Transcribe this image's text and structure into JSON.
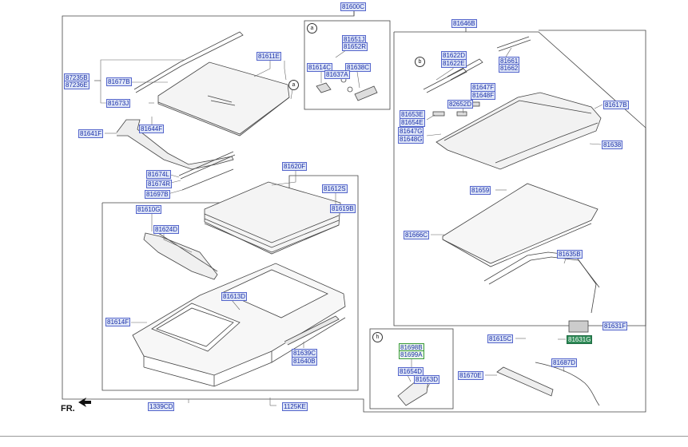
{
  "colors": {
    "label_text": "#1a2fa8",
    "label_bg": "#dfe6f7",
    "highlight": "#2e8b57",
    "line": "#444444"
  },
  "callouts": {
    "a": "a",
    "b": "b",
    "h": "h"
  },
  "direction_marker": "FR.",
  "labels": {
    "p81600C": "81600C",
    "p81646B": "81646B",
    "p81651J": "81651J",
    "p81652R": "81652R",
    "p81614C": "81614C",
    "p81638C": "81638C",
    "p81637A": "81637A",
    "p87235B": "87235B",
    "p87236E": "87236E",
    "p81677B": "81677B",
    "p81611E": "81611E",
    "p81673J": "81673J",
    "p81644F": "81644F",
    "p81641F": "81641F",
    "p81674L": "81674L",
    "p81674R": "81674R",
    "p81697B": "81697B",
    "p81620F": "81620F",
    "p81612S": "81612S",
    "p81619B": "81619B",
    "p81610G": "81610G",
    "p81624D": "81624D",
    "p81613D": "81613D",
    "p81614F": "81614F",
    "p81639C": "81639C",
    "p81640B": "81640B",
    "p1339CD": "1339CD",
    "p1125KE": "1125KE",
    "p81622D": "81622D",
    "p81622E": "81622E",
    "p81661": "81661",
    "p81662": "81662",
    "p81647F": "81647F",
    "p81648F": "81648F",
    "p82652D": "82652D",
    "p81653E": "81653E",
    "p81654E": "81654E",
    "p81647G": "81647G",
    "p81648G": "81648G",
    "p81617B": "81617B",
    "p81638": "81638",
    "p81659": "81659",
    "p81666C": "81666C",
    "p81635B": "81635B",
    "p81631F": "81631F",
    "p81615C": "81615C",
    "p81631G": "81631G",
    "p81698B": "81698B",
    "p81699A": "81699A",
    "p81654D": "81654D",
    "p81653D": "81653D",
    "p81670E": "81670E",
    "p81687D": "81687D"
  }
}
